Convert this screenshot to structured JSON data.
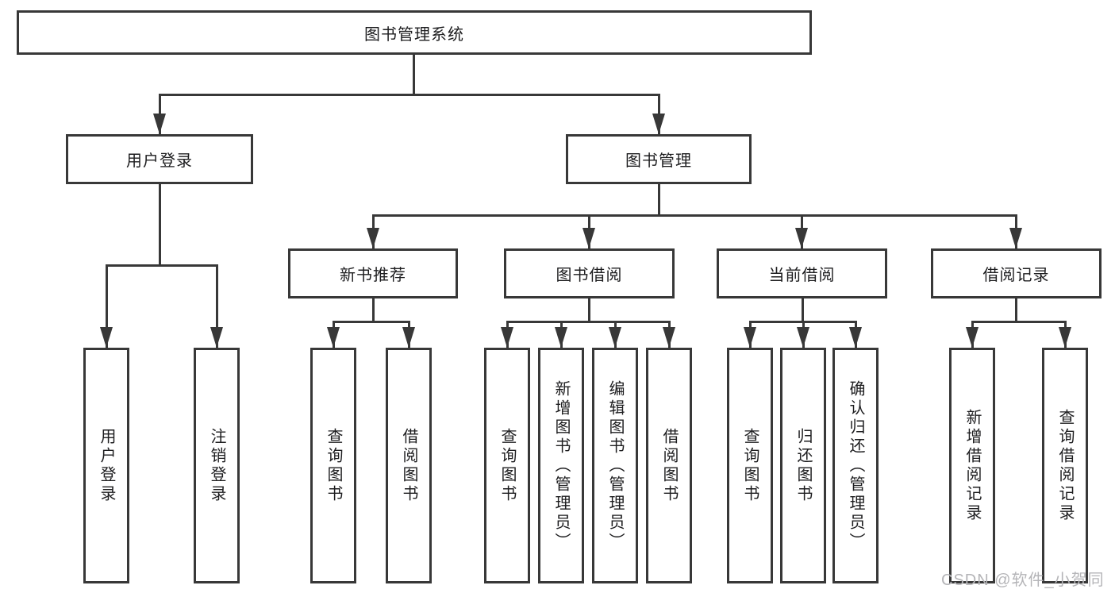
{
  "diagram": {
    "title": "图书管理系统",
    "level2": [
      "用户登录",
      "图书管理"
    ],
    "level3": [
      "新书推荐",
      "图书借阅",
      "当前借阅",
      "借阅记录"
    ],
    "leaves": {
      "user_login": [
        "用户登录",
        "注销登录"
      ],
      "new_book": [
        "查询图书",
        "借阅图书"
      ],
      "book_borrow": [
        "查询图书",
        "新增图书（管理员）",
        "编辑图书（管理员）",
        "借阅图书"
      ],
      "current_borrow": [
        "查询图书",
        "归还图书",
        "确认归还（管理员）"
      ],
      "borrow_record": [
        "新增借阅记录",
        "查询借阅记录"
      ]
    },
    "watermark": "CSDN @软件_小贺同学",
    "colors": {
      "line": "#383838",
      "text": "#1d1d1f",
      "background": "#ffffff",
      "watermark": "#b5b5b8"
    }
  }
}
